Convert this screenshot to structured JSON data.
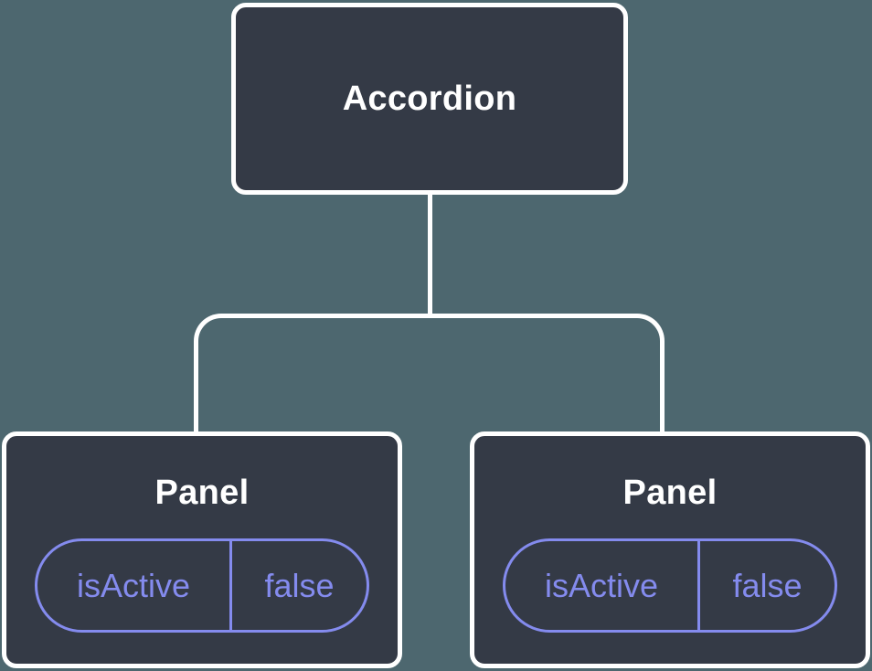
{
  "diagram": {
    "type": "component-tree",
    "root": {
      "label": "Accordion"
    },
    "children": [
      {
        "label": "Panel",
        "state": {
          "key": "isActive",
          "value": "false"
        }
      },
      {
        "label": "Panel",
        "state": {
          "key": "isActive",
          "value": "false"
        }
      }
    ],
    "colors": {
      "background": "#4D676F",
      "node_fill": "#343A46",
      "node_border": "#FFFFFF",
      "node_text": "#FFFFFF",
      "connector": "#FFFFFF",
      "state_accent": "#848BEE"
    }
  }
}
